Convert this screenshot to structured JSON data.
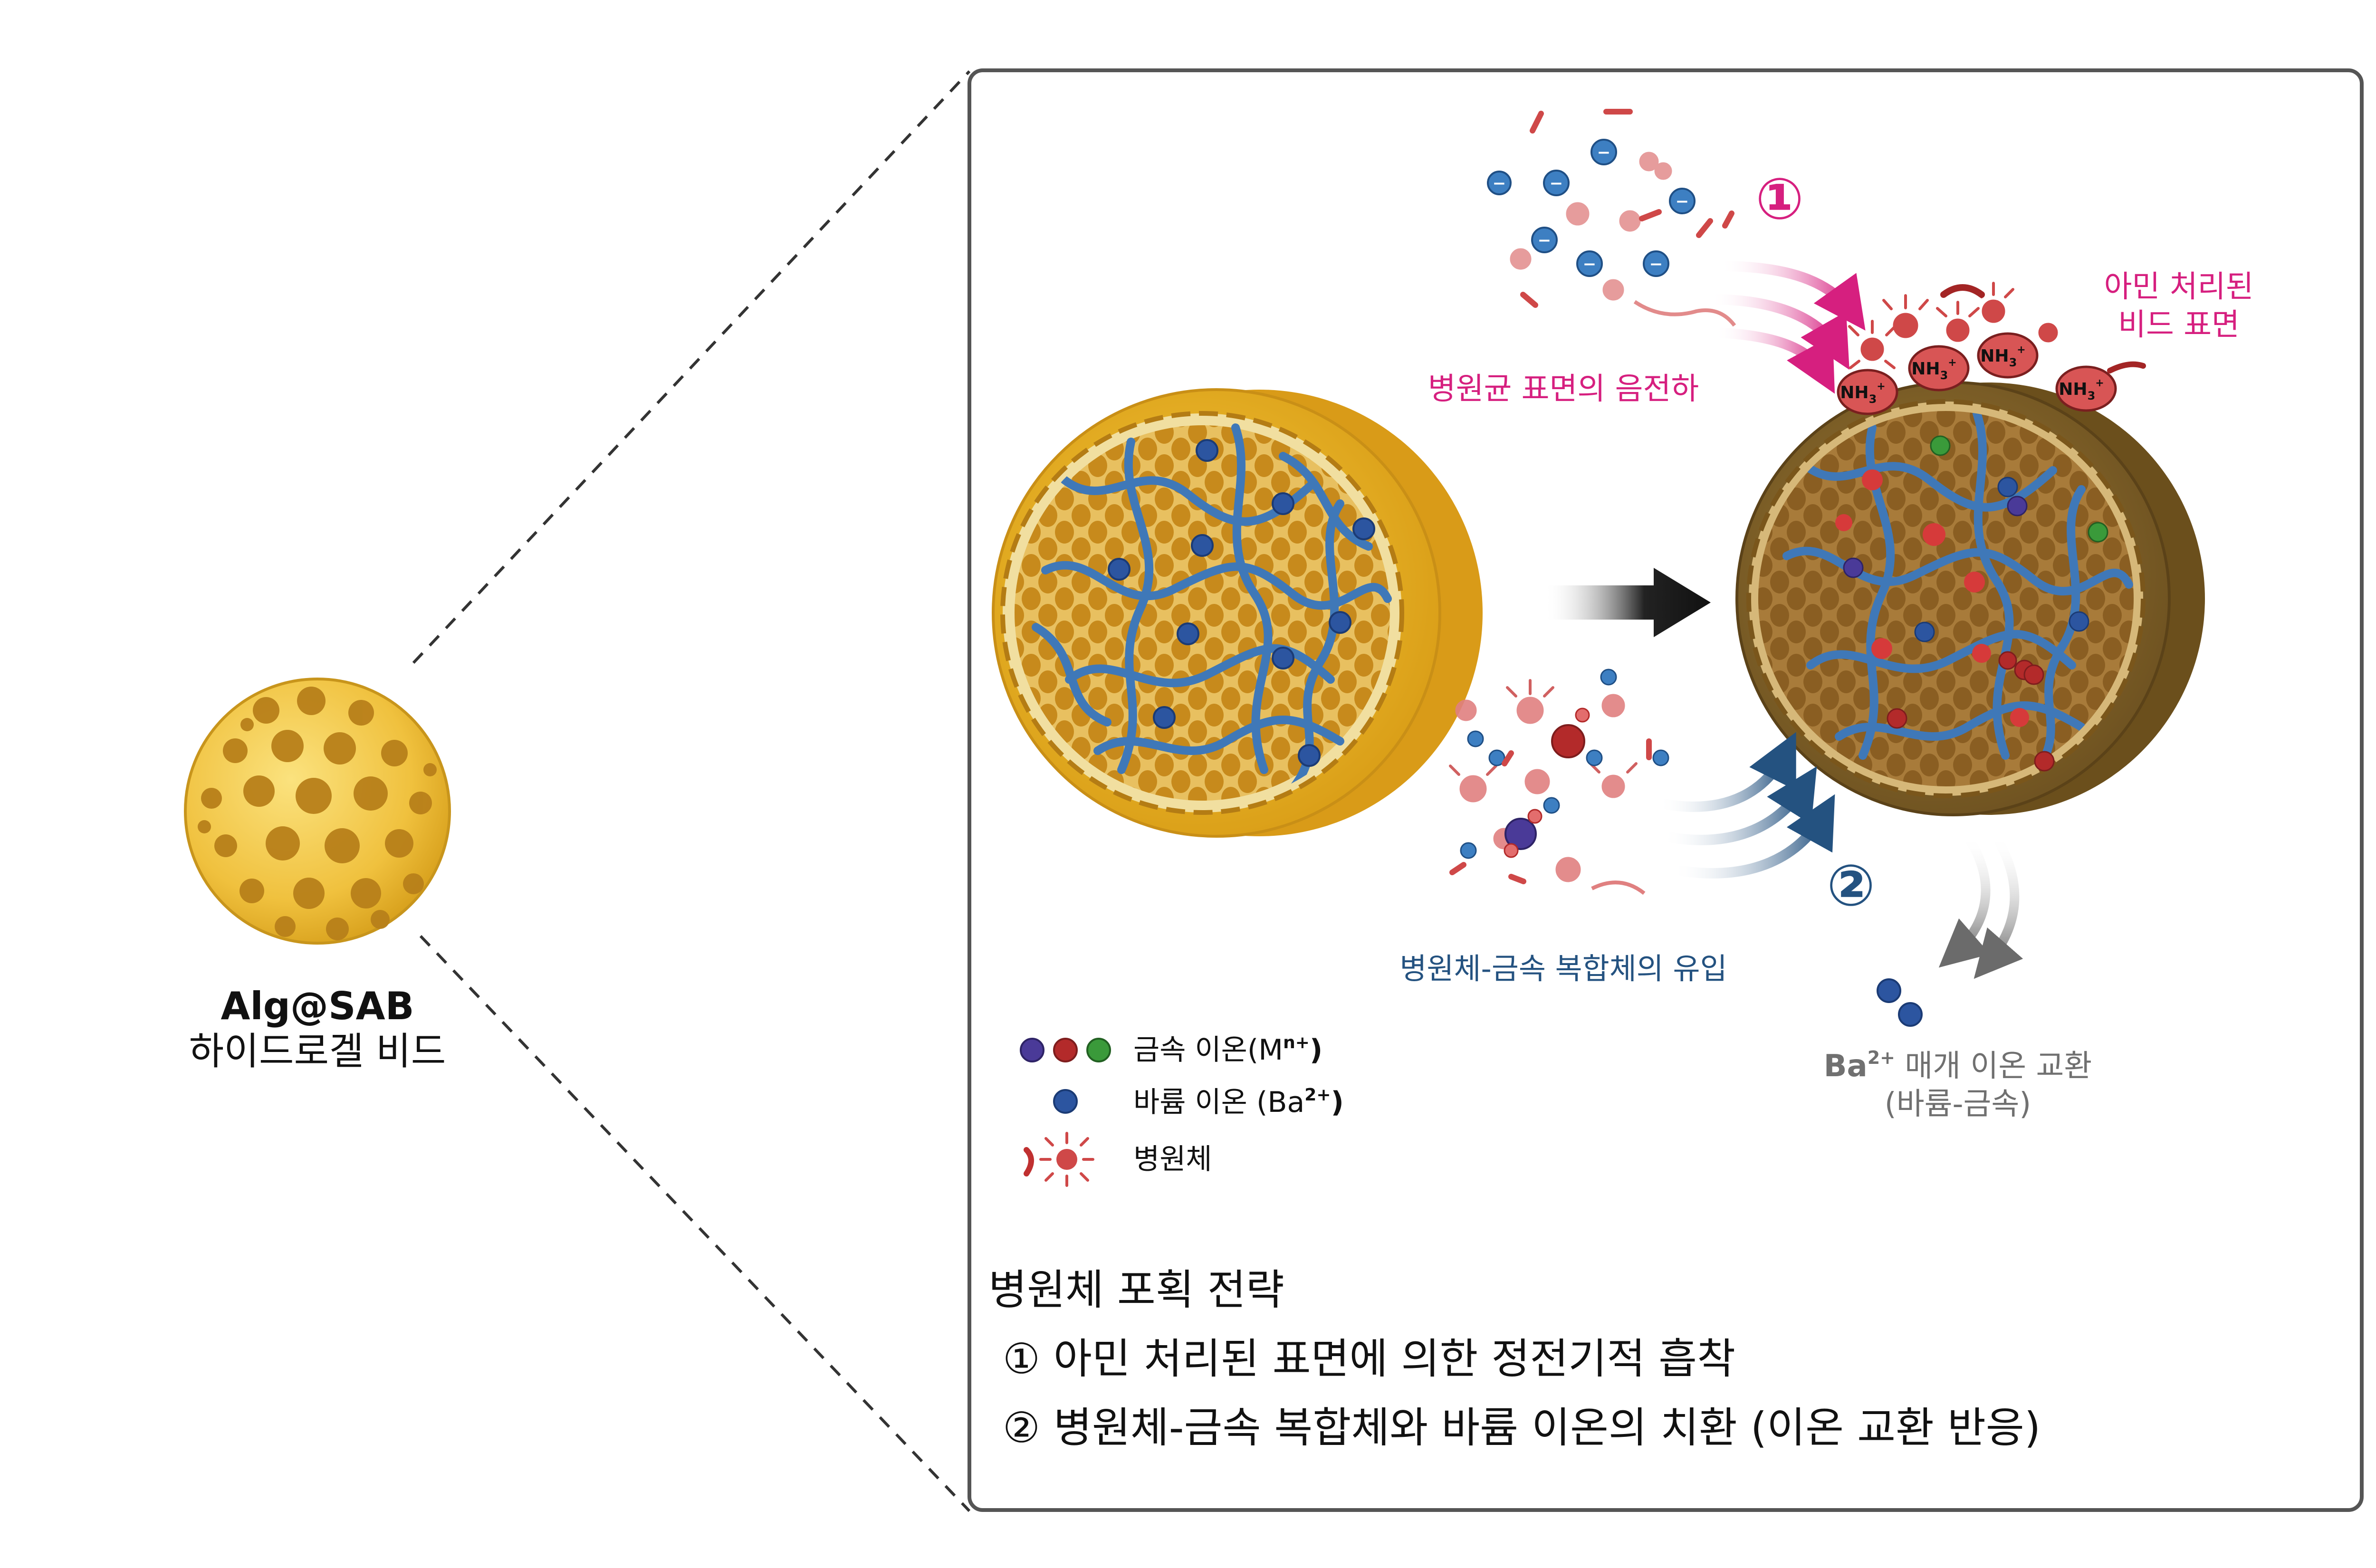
{
  "overview": {
    "bead_name": "Alg@SAB",
    "bead_subtitle": "하이드로겔 비드"
  },
  "labels": {
    "step1_marker": "①",
    "step2_marker": "②",
    "step1_caption": "병원균 표면의 음전하",
    "amine_surface_line1": "아민 처리된",
    "amine_surface_line2": "비드 표면",
    "amine_group": "NH",
    "amine_group_sub": "3",
    "amine_group_sup": "+",
    "step2_caption": "병원체-금속 복합체의 유입",
    "exchange_ion": "Ba",
    "exchange_ion_sup": "2+",
    "exchange_line1_rest": " 매개 이온 교환",
    "exchange_line2": "(바륨-금속)",
    "neg_charge": "−",
    "pos_charge": "+"
  },
  "legend": [
    {
      "label": "금속 이온(M",
      "sup": "n+",
      "tail": ")",
      "icon": "metal-ions-icon"
    },
    {
      "label": "바륨 이온 (Ba",
      "sup": "2+",
      "tail": ")",
      "icon": "barium-ion-icon"
    },
    {
      "label": "병원체",
      "sup": "",
      "tail": "",
      "icon": "pathogen-icon"
    }
  ],
  "strategy": {
    "title": "병원체 포획 전략",
    "items": [
      "①  아민 처리된 표면에 의한 정전기적 흡착",
      "②  병원체-금속 복합체와 바륨 이온의 치환 (이온 교환 반응)"
    ]
  },
  "colors": {
    "bead_gold": "#e8b628",
    "bead_core": "#c98d1a",
    "bead_brown": "#7a5c22",
    "polymer_blue": "#3f78b8",
    "barium_blue": "#2c55a0",
    "metal_purple": "#4a3a98",
    "metal_red": "#b32a2a",
    "metal_green": "#3a9a3a",
    "amine_red": "#d85555",
    "pathogen_red": "#cf4848",
    "magenta": "#d61f7f",
    "navy": "#245280",
    "gray": "#707070"
  }
}
